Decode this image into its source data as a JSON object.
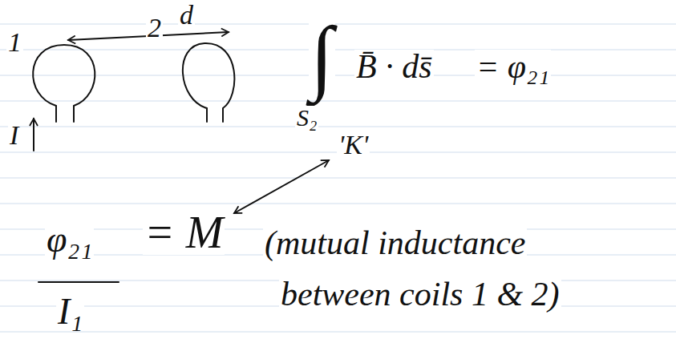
{
  "diagram": {
    "labels": [
      "1",
      "d",
      "2",
      "I",
      "∫",
      "B̄ · ds̄",
      "= φ₂₁",
      "S₂",
      "'K'",
      "φ₂₁",
      "I₁",
      "= M",
      "(mutual inductance",
      "between coils 1 & 2)"
    ]
  }
}
